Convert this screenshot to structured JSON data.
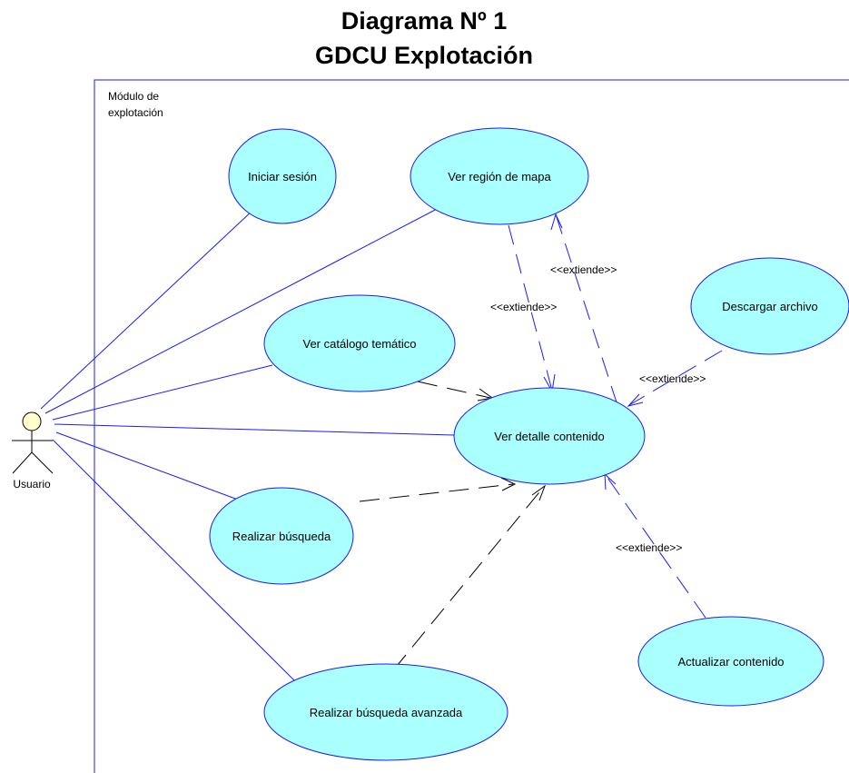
{
  "title": {
    "line1": "Diagrama Nº 1",
    "line2": "GDCU Explotación"
  },
  "boundary": {
    "label_line1": "Módulo de",
    "label_line2": "explotación"
  },
  "actor": {
    "name": "Usuario"
  },
  "use_cases": {
    "iniciar_sesion": "Iniciar sesión",
    "ver_region_mapa": "Ver región de mapa",
    "ver_catalogo": "Ver catálogo temático",
    "descargar_archivo": "Descargar archivo",
    "ver_detalle": "Ver detalle contenido",
    "realizar_busqueda": "Realizar búsqueda",
    "actualizar_contenido": "Actualizar contenido",
    "busqueda_avanzada": "Realizar búsqueda avanzada"
  },
  "stereotypes": {
    "extiende_mapa_left": "<<extiende>>",
    "extiende_mapa_right": "<<extiende>>",
    "extiende_descargar": "<<extiende>>",
    "extiende_actualizar": "<<extiende>>"
  },
  "colors": {
    "usecase_fill": "#aaffff",
    "line_blue": "#1a1aff",
    "actor_head": "#ffffcc"
  }
}
